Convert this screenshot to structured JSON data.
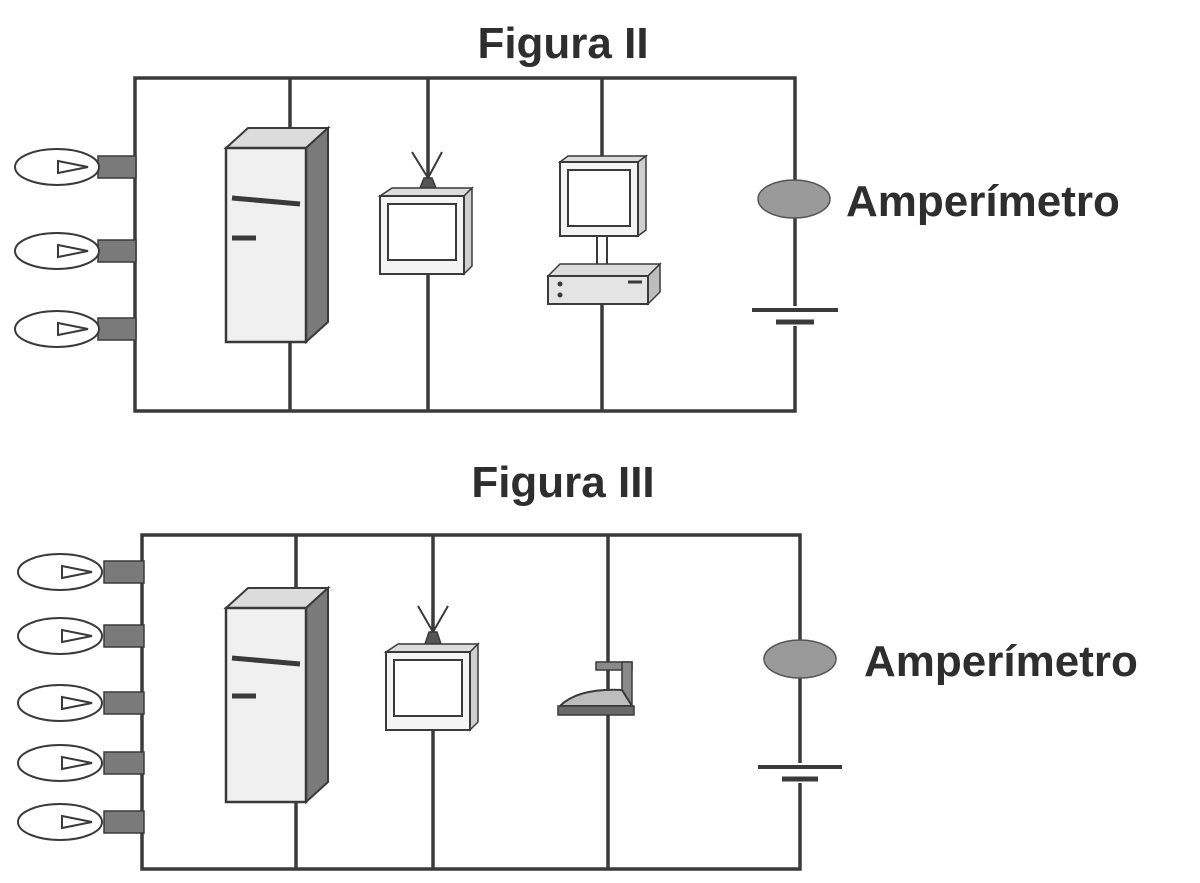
{
  "figures": [
    {
      "title": "Figura II",
      "meter_label": "Amperímetro",
      "lamp_count": 3,
      "devices": [
        "refrigerator",
        "television",
        "computer"
      ]
    },
    {
      "title": "Figura III",
      "meter_label": "Amperímetro",
      "lamp_count": 5,
      "devices": [
        "refrigerator",
        "television",
        "iron"
      ]
    }
  ],
  "colors": {
    "wire": "#3a3a3a",
    "dark_fill": "#7a7a7a",
    "light_fill": "#dcdcdc",
    "body_fill": "#f0f0f0",
    "meter_fill": "#9a9a9a"
  }
}
